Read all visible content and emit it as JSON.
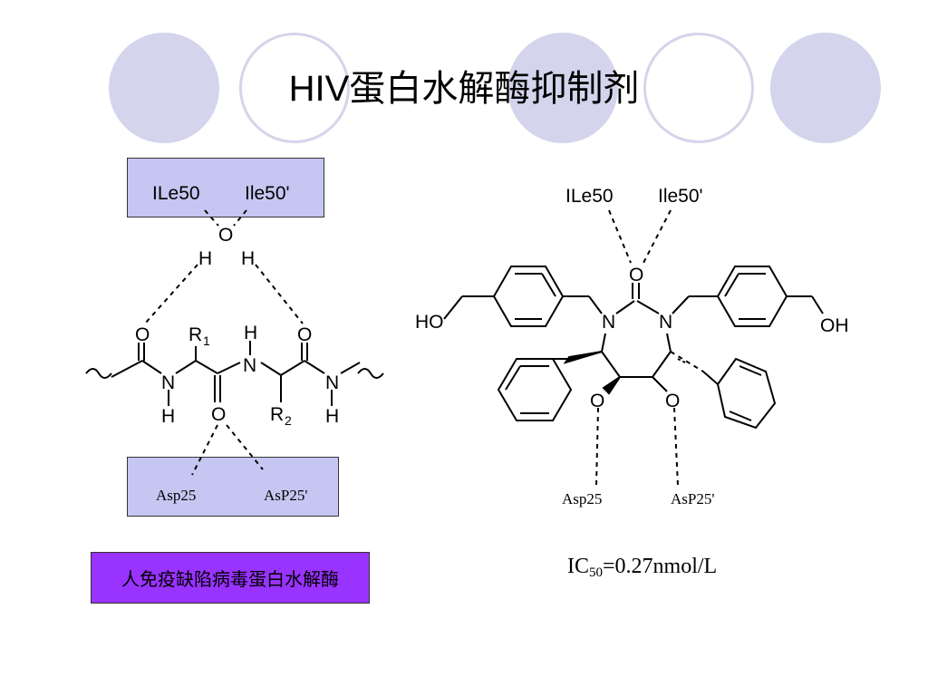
{
  "slide": {
    "title": "HIV蛋白水解酶抑制剂",
    "protease_label": "人免疫缺陷病毒蛋白水解酶",
    "ic50": {
      "prefix": "IC",
      "sub": "50",
      "suffix": "=0.27nmol/L"
    }
  },
  "left_structure": {
    "ile50": "ILe50",
    "ile50p": "Ile50'",
    "asp25": "Asp25",
    "asp25p": "AsP25'",
    "atoms": {
      "O": "O",
      "H": "H",
      "N": "N",
      "R": "R",
      "one": "1",
      "two": "2"
    }
  },
  "right_structure": {
    "ile50": "ILe50",
    "ile50p": "Ile50'",
    "asp25": "Asp25",
    "asp25p": "AsP25'",
    "atoms": {
      "O": "O",
      "N": "N",
      "HO": "HO",
      "OH": "OH"
    }
  },
  "colors": {
    "circle": "#d4d4ec",
    "box": "#c6c6f2",
    "label_bar": "#9933ff"
  }
}
